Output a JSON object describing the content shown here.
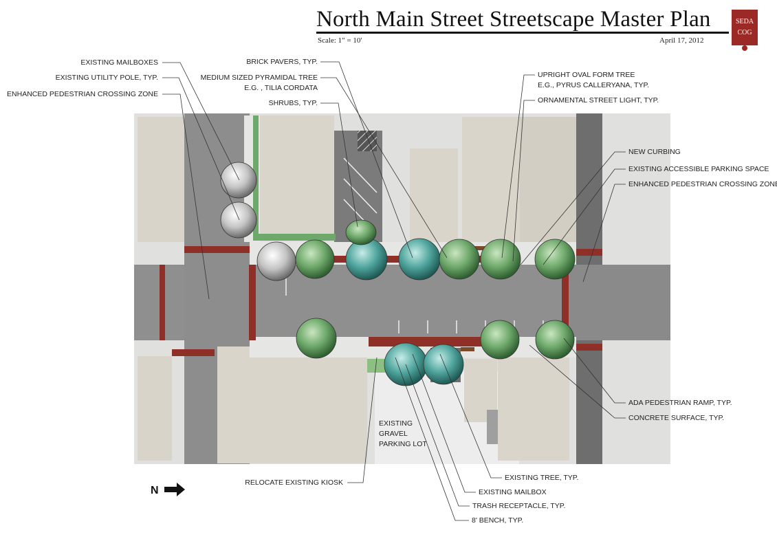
{
  "header": {
    "title": "North Main Street Streetscape Master Plan",
    "scale": "Scale: 1\" = 10'",
    "date": "April 17, 2012"
  },
  "logo": {
    "lines": [
      "SEDA",
      "COG"
    ],
    "color": "#9b2a26"
  },
  "north_arrow": {
    "label": "N"
  },
  "labels": {
    "existing_mailboxes": "EXISTING MAILBOXES",
    "existing_utility_pole": "EXISTING UTILITY POLE, TYP.",
    "enhanced_crossing_left": "ENHANCED PEDESTRIAN CROSSING ZONE",
    "brick_pavers": "BRICK PAVERS, TYP.",
    "pyramidal_tree_1": "MEDIUM SIZED PYRAMIDAL TREE",
    "pyramidal_tree_2": "E.G. , TILIA CORDATA",
    "shrubs": "SHRUBS, TYP.",
    "oval_tree_1": "UPRIGHT OVAL FORM TREE",
    "oval_tree_2": "E.G., PYRUS CALLERYANA, TYP.",
    "street_light": "ORNAMENTAL STREET LIGHT, TYP.",
    "new_curbing": "NEW CURBING",
    "accessible_parking": "EXISTING ACCESSIBLE PARKING SPACE",
    "enhanced_crossing_right": "ENHANCED PEDESTRIAN CROSSING ZONE",
    "ada_ramp": "ADA PEDESTRIAN RAMP, TYP.",
    "concrete_surface": "CONCRETE SURFACE, TYP.",
    "gravel_lot_1": "EXISTING",
    "gravel_lot_2": "GRAVEL",
    "gravel_lot_3": "PARKING LOT",
    "relocate_kiosk": "RELOCATE EXISTING KIOSK",
    "existing_tree": "EXISTING TREE, TYP.",
    "existing_mailbox": "EXISTING MAILBOX",
    "trash_receptacle": "TRASH RECEPTACLE, TYP.",
    "bench": "8' BENCH, TYP."
  },
  "colors": {
    "asphalt": "#8d8d8d",
    "building": "#d9d5cb",
    "sidewalk": "#e8e8e6",
    "brick": "#8e2f28",
    "tree_green": "#5f9a5c",
    "tree_teal": "#4f9c95",
    "tree_gray": "#b8b8b8"
  }
}
